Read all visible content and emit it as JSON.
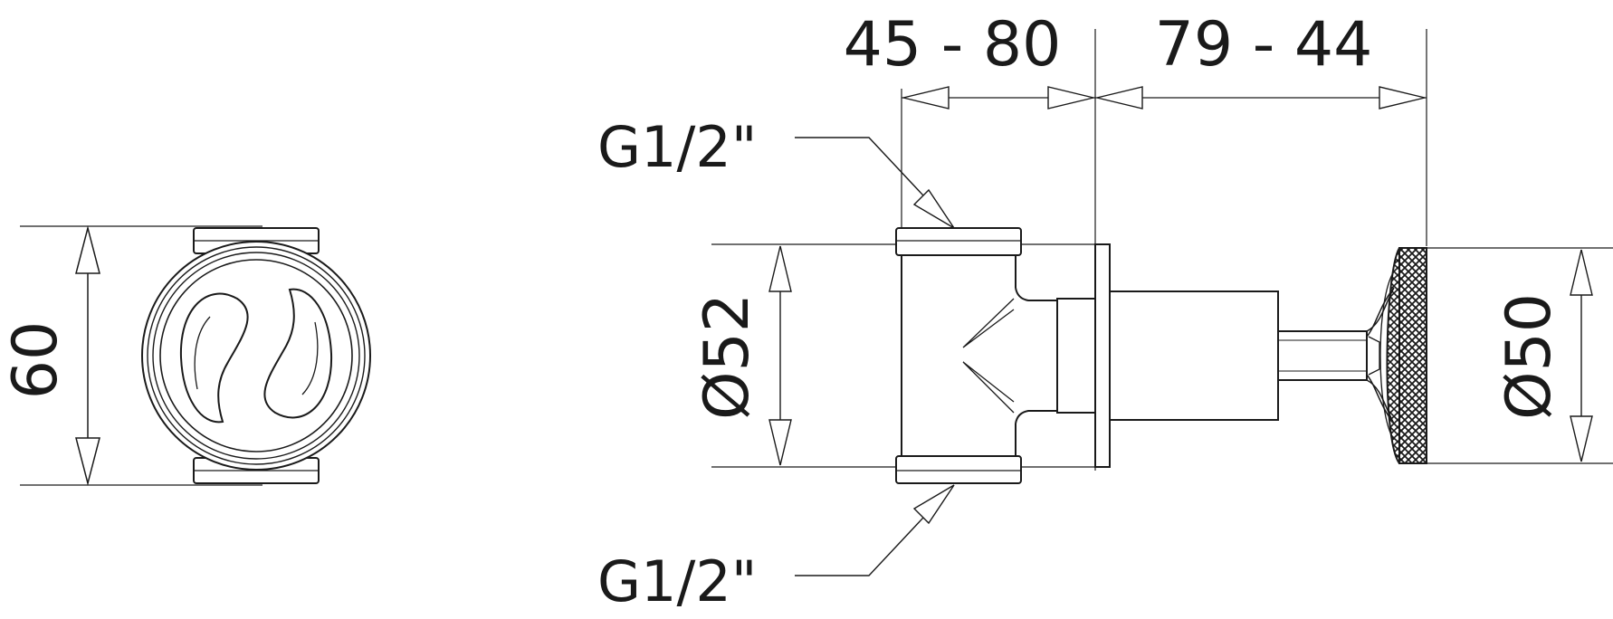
{
  "dimensions": {
    "end_height": "60",
    "body_diameter": "Ø52",
    "handle_diameter": "Ø50",
    "depth_range_body": "45 - 80",
    "depth_range_handle": "79 - 44"
  },
  "threads": {
    "top_connection": "G1/2\"",
    "bottom_connection": "G1/2\""
  },
  "colors": {
    "line": "#1a1a1a",
    "background": "#ffffff"
  }
}
